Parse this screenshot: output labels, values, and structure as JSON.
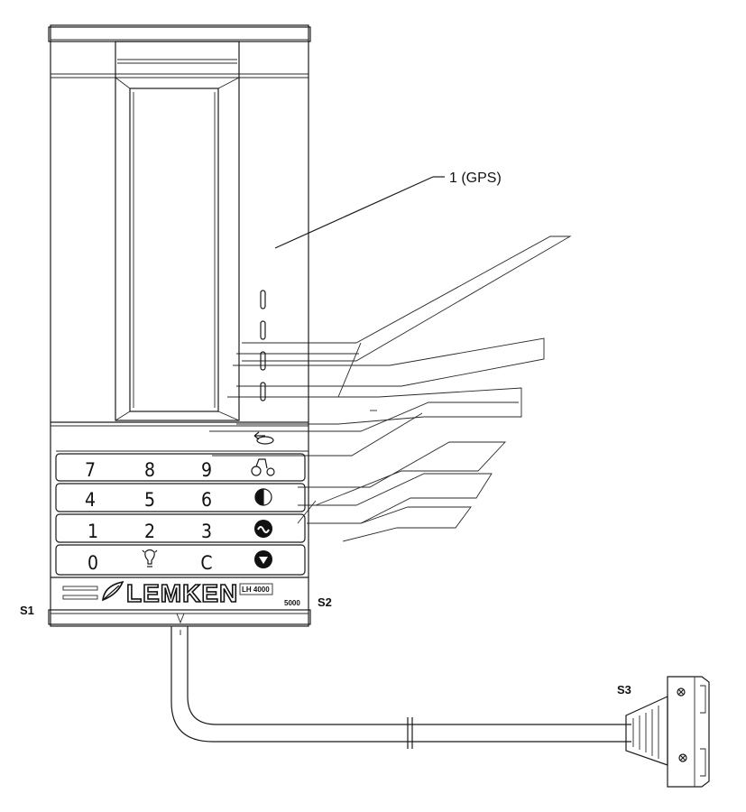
{
  "callout": {
    "label": "1 (GPS)"
  },
  "keypad": {
    "rows": [
      [
        "7",
        "8",
        "9"
      ],
      [
        "4",
        "5",
        "6"
      ],
      [
        "1",
        "2",
        "3"
      ],
      [
        "0",
        "",
        "C"
      ]
    ]
  },
  "brand": {
    "name": "LEMKEN",
    "model": "LH 4000",
    "sub": "5000"
  },
  "connectors": {
    "s1": "S1",
    "s2": "S2",
    "s3": "S3"
  },
  "icons": [
    "back-arrow-icon",
    "tractor-hitch-icon",
    "half-circle-icon",
    "wave-circle-icon",
    "down-triangle-circle-icon",
    "light-bulb-icon"
  ]
}
